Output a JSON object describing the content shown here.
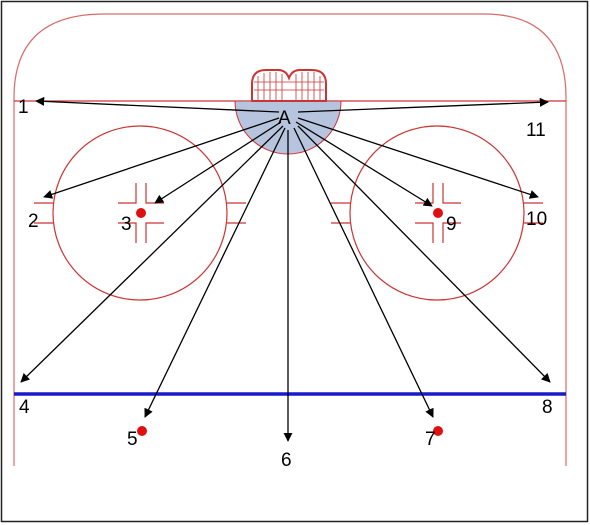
{
  "diagram": {
    "origin_label": "A",
    "targets": [
      {
        "id": 1,
        "label": "1"
      },
      {
        "id": 2,
        "label": "2"
      },
      {
        "id": 3,
        "label": "3"
      },
      {
        "id": 4,
        "label": "4"
      },
      {
        "id": 5,
        "label": "5"
      },
      {
        "id": 6,
        "label": "6"
      },
      {
        "id": 7,
        "label": "7"
      },
      {
        "id": 8,
        "label": "8"
      },
      {
        "id": 9,
        "label": "9"
      },
      {
        "id": 10,
        "label": "10"
      },
      {
        "id": 11,
        "label": "11"
      }
    ]
  },
  "colors": {
    "rink_lines": "#cc3333",
    "blue_line": "#1a1acc",
    "crease_fill": "#b7c4de",
    "arrows": "#000000",
    "faceoff_dot": "#e01010"
  }
}
